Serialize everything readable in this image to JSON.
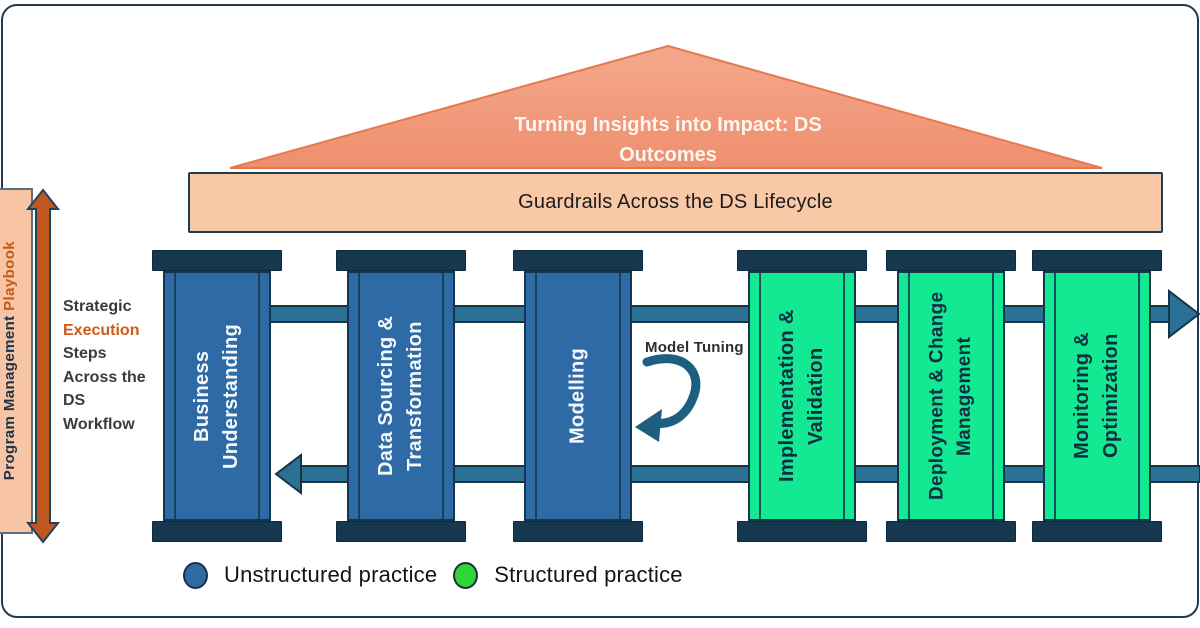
{
  "roof": {
    "line1": "Turning Insights into Impact: DS",
    "line2": "Outcomes"
  },
  "beam": {
    "label": "Guardrails Across the DS Lifecycle"
  },
  "left_panel": {
    "playbook": {
      "part1": "Program Management ",
      "part2": "Playbook"
    },
    "caption": {
      "l1": "Strategic",
      "l2": "Execution",
      "l3": "Steps",
      "l4": "Across the",
      "l5": "DS",
      "l6": "Workflow"
    }
  },
  "pillars": [
    {
      "label": "Business\nUnderstanding",
      "practice": "unstructured"
    },
    {
      "label": "Data Sourcing &\nTransformation",
      "practice": "unstructured"
    },
    {
      "label": "Modelling",
      "practice": "unstructured"
    },
    {
      "label": "Implementation &\nValidation",
      "practice": "structured"
    },
    {
      "label": "Deployment & Change\nManagement",
      "practice": "structured"
    },
    {
      "label": "Monitoring &\nOptimization",
      "practice": "structured"
    }
  ],
  "model_tuning": {
    "label": "Model Tuning"
  },
  "legend": {
    "items": [
      {
        "label": "Unstructured practice",
        "swatch": "blue"
      },
      {
        "label": "Structured practice",
        "swatch": "green"
      }
    ]
  },
  "colors": {
    "pillar_blue": "#2e6ba6",
    "pillar_green": "#13e893",
    "cap_navy": "#16384e",
    "band_teal": "#2b7095",
    "roof_salmon": "#f2977b",
    "beam_peach": "#f8c8a7",
    "accent_orange": "#c45a17",
    "legend_green": "#32d535"
  }
}
